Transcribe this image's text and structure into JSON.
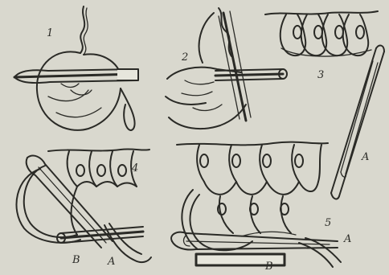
{
  "figures": [
    {
      "id": "1",
      "label": "1"
    },
    {
      "id": "2",
      "label": "2"
    },
    {
      "id": "3",
      "label": "3"
    },
    {
      "id": "4",
      "label": "4"
    },
    {
      "id": "5",
      "label": "5"
    }
  ],
  "part_labels": {
    "needle_top_right": "A",
    "needle_fig4": "A",
    "stick_fig4": "B",
    "needle_fig5": "A",
    "stick_fig5": "B"
  },
  "colors": {
    "background": "#d9d8ce",
    "ink": "#2a2a26"
  }
}
